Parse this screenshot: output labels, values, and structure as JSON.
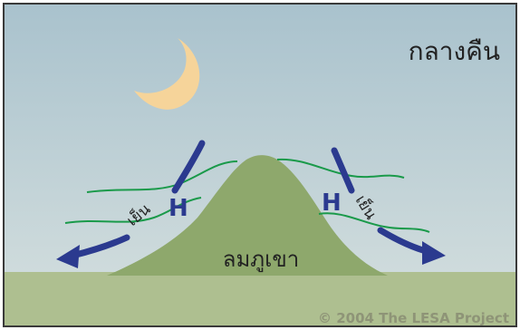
{
  "labels": {
    "title": "กลางคืน",
    "mountain": "ลมภูเขา",
    "left_high": "H",
    "right_high": "H",
    "left_cool": "เย็น",
    "right_cool": "เย็น",
    "credit": "© 2004   The LESA Project"
  },
  "icons": {
    "moon": "crescent-moon-icon",
    "arrows": "wind-arrow-icon"
  },
  "colors": {
    "sky_top": "#a9c2cd",
    "sky_bottom": "#d4dede",
    "ground": "#aebf90",
    "mountain": "#8ea86c",
    "moon": "#f6d49a",
    "arrow": "#2b3a8f",
    "airflow": "#1a9a4a",
    "text": "#222222",
    "credit": "#8e9477"
  }
}
